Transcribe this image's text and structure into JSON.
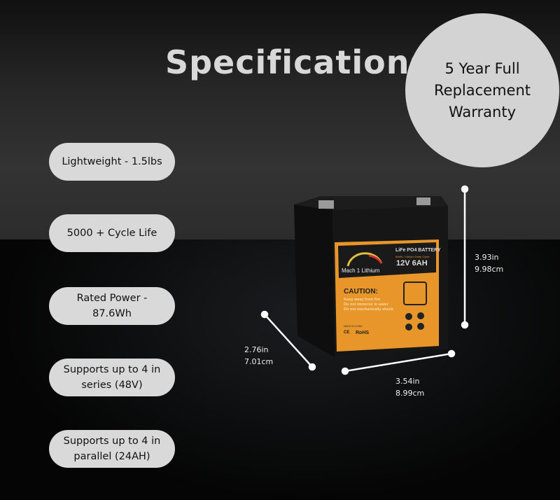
{
  "title": "Specifications",
  "warranty": "5 Year Full\nReplacement\nWarranty",
  "features": [
    "Lightweight - 1.5lbs",
    "5000 + Cycle Life",
    "Rated Power -\n87.6Wh",
    "Supports up to 4 in\nseries (48V)",
    "Supports up to 4 in\nparallel (24AH)"
  ],
  "dimensions": {
    "height": "3.93in\n9.98cm",
    "depth": "2.76in\n7.01cm",
    "width": "3.54in\n8.99cm"
  },
  "battery_label": {
    "brand": "Mach 1 Lithium",
    "type": "LiFe PO4 BATTERY",
    "subtype": "64Wh / Lithium Deep Cycle",
    "rating": "12V 6AH",
    "caution_title": "CAUTION:",
    "caution_lines": [
      "Keep away from fire",
      "Do not immerse in water",
      "Do not mechanically shock"
    ],
    "made_in": "MADE IN CHINA",
    "rohs": "RoHS",
    "ce": "CE"
  },
  "colors": {
    "label_orange": "#e8962a",
    "pill": "#d9d9d9",
    "circle": "#d3d3d3"
  }
}
